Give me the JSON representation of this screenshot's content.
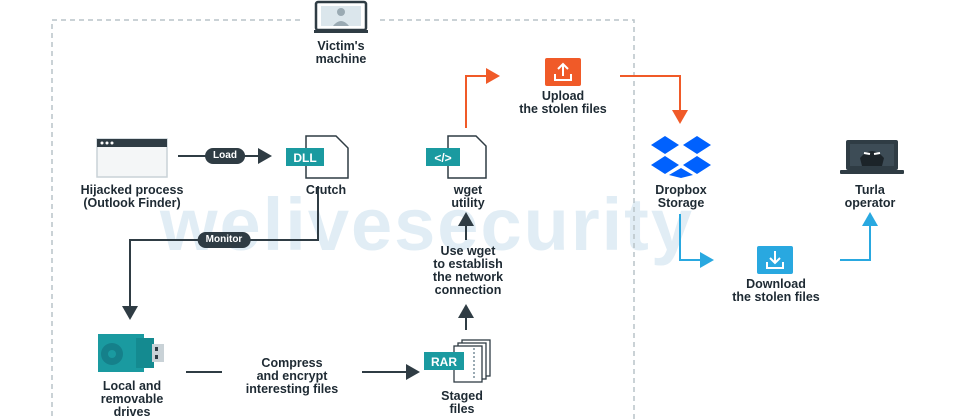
{
  "watermark": "welivesecurity",
  "victim_label": "Victim's\nmachine",
  "nodes": {
    "hijacked_process": "Hijacked process\n(Outlook Finder)",
    "crutch": "Crutch",
    "wget_utility": "wget\nutility",
    "local_drives": "Local and\nremovable\ndrives",
    "staged_files": "Staged\nfiles",
    "dropbox": "Dropbox\nStorage",
    "turla": "Turla\noperator"
  },
  "steps": {
    "compress": "Compress\nand encrypt\ninteresting files",
    "use_wget": "Use wget\nto establish\nthe network\nconnection",
    "upload": "Upload\nthe stolen files",
    "download": "Download\nthe stolen files"
  },
  "edge_labels": {
    "load": "Load",
    "monitor": "Monitor"
  },
  "icon_text": {
    "dll": "DLL",
    "code": "</>",
    "rar": "RAR"
  },
  "colors": {
    "dark": "#2f3c44",
    "teal": "#1a9aa0",
    "orange": "#f05a28",
    "blue": "#29a8e0",
    "dropbox": "#0061fe"
  }
}
